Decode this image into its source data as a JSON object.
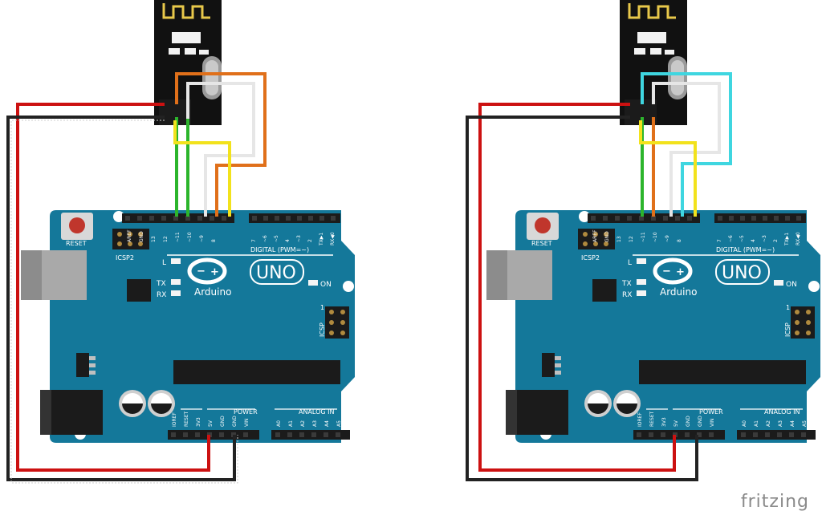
{
  "boards": [
    {
      "reset_label": "RESET",
      "icsp2_label": "ICSP2",
      "icsp_label": "ICSP",
      "icsp_pin1": "1",
      "led_l": "L",
      "led_tx": "TX",
      "led_rx": "RX",
      "led_on": "ON",
      "logo_uno": "UNO",
      "logo_arduino": "Arduino",
      "digital_header": "DIGITAL (PWM=~)",
      "digital_pins": [
        "AREF",
        "GND",
        "13",
        "12",
        "~11",
        "~10",
        "~9",
        "8",
        "7",
        "~6",
        "~5",
        "4",
        "~3",
        "2",
        "TX▶1",
        "RX◀0"
      ],
      "power_label": "POWER",
      "power_pins": [
        "IOREF",
        "RESET",
        "3V3",
        "5V",
        "GND",
        "GND",
        "VIN"
      ],
      "analog_label": "ANALOG IN",
      "analog_pins": [
        "A0",
        "A1",
        "A2",
        "A3",
        "A4",
        "A5"
      ]
    },
    {
      "reset_label": "RESET",
      "icsp2_label": "ICSP2",
      "icsp_label": "ICSP",
      "icsp_pin1": "1",
      "led_l": "L",
      "led_tx": "TX",
      "led_rx": "RX",
      "led_on": "ON",
      "logo_uno": "UNO",
      "logo_arduino": "Arduino",
      "digital_header": "DIGITAL (PWM=~)",
      "digital_pins": [
        "AREF",
        "GND",
        "13",
        "12",
        "~11",
        "~10",
        "~9",
        "8",
        "7",
        "~6",
        "~5",
        "4",
        "~3",
        "2",
        "TX▶1",
        "RX◀0"
      ],
      "power_label": "POWER",
      "power_pins": [
        "IOREF",
        "RESET",
        "3V3",
        "5V",
        "GND",
        "GND",
        "VIN"
      ],
      "analog_label": "ANALOG IN",
      "analog_pins": [
        "A0",
        "A1",
        "A2",
        "A3",
        "A4",
        "A5"
      ]
    }
  ],
  "colors": {
    "board": "#14789a",
    "board_dark": "#0f5f7a",
    "header": "#1b1b1b",
    "wire_red": "#cc1111",
    "wire_black": "#222222",
    "wire_green": "#2cb52c",
    "wire_orange": "#e0701a",
    "wire_yellow": "#f2e21c",
    "wire_white": "#e6e6e6",
    "wire_cyan": "#3fd6e0",
    "module": "#111111",
    "antenna": "#e8c84a"
  },
  "watermark": "fritzing"
}
